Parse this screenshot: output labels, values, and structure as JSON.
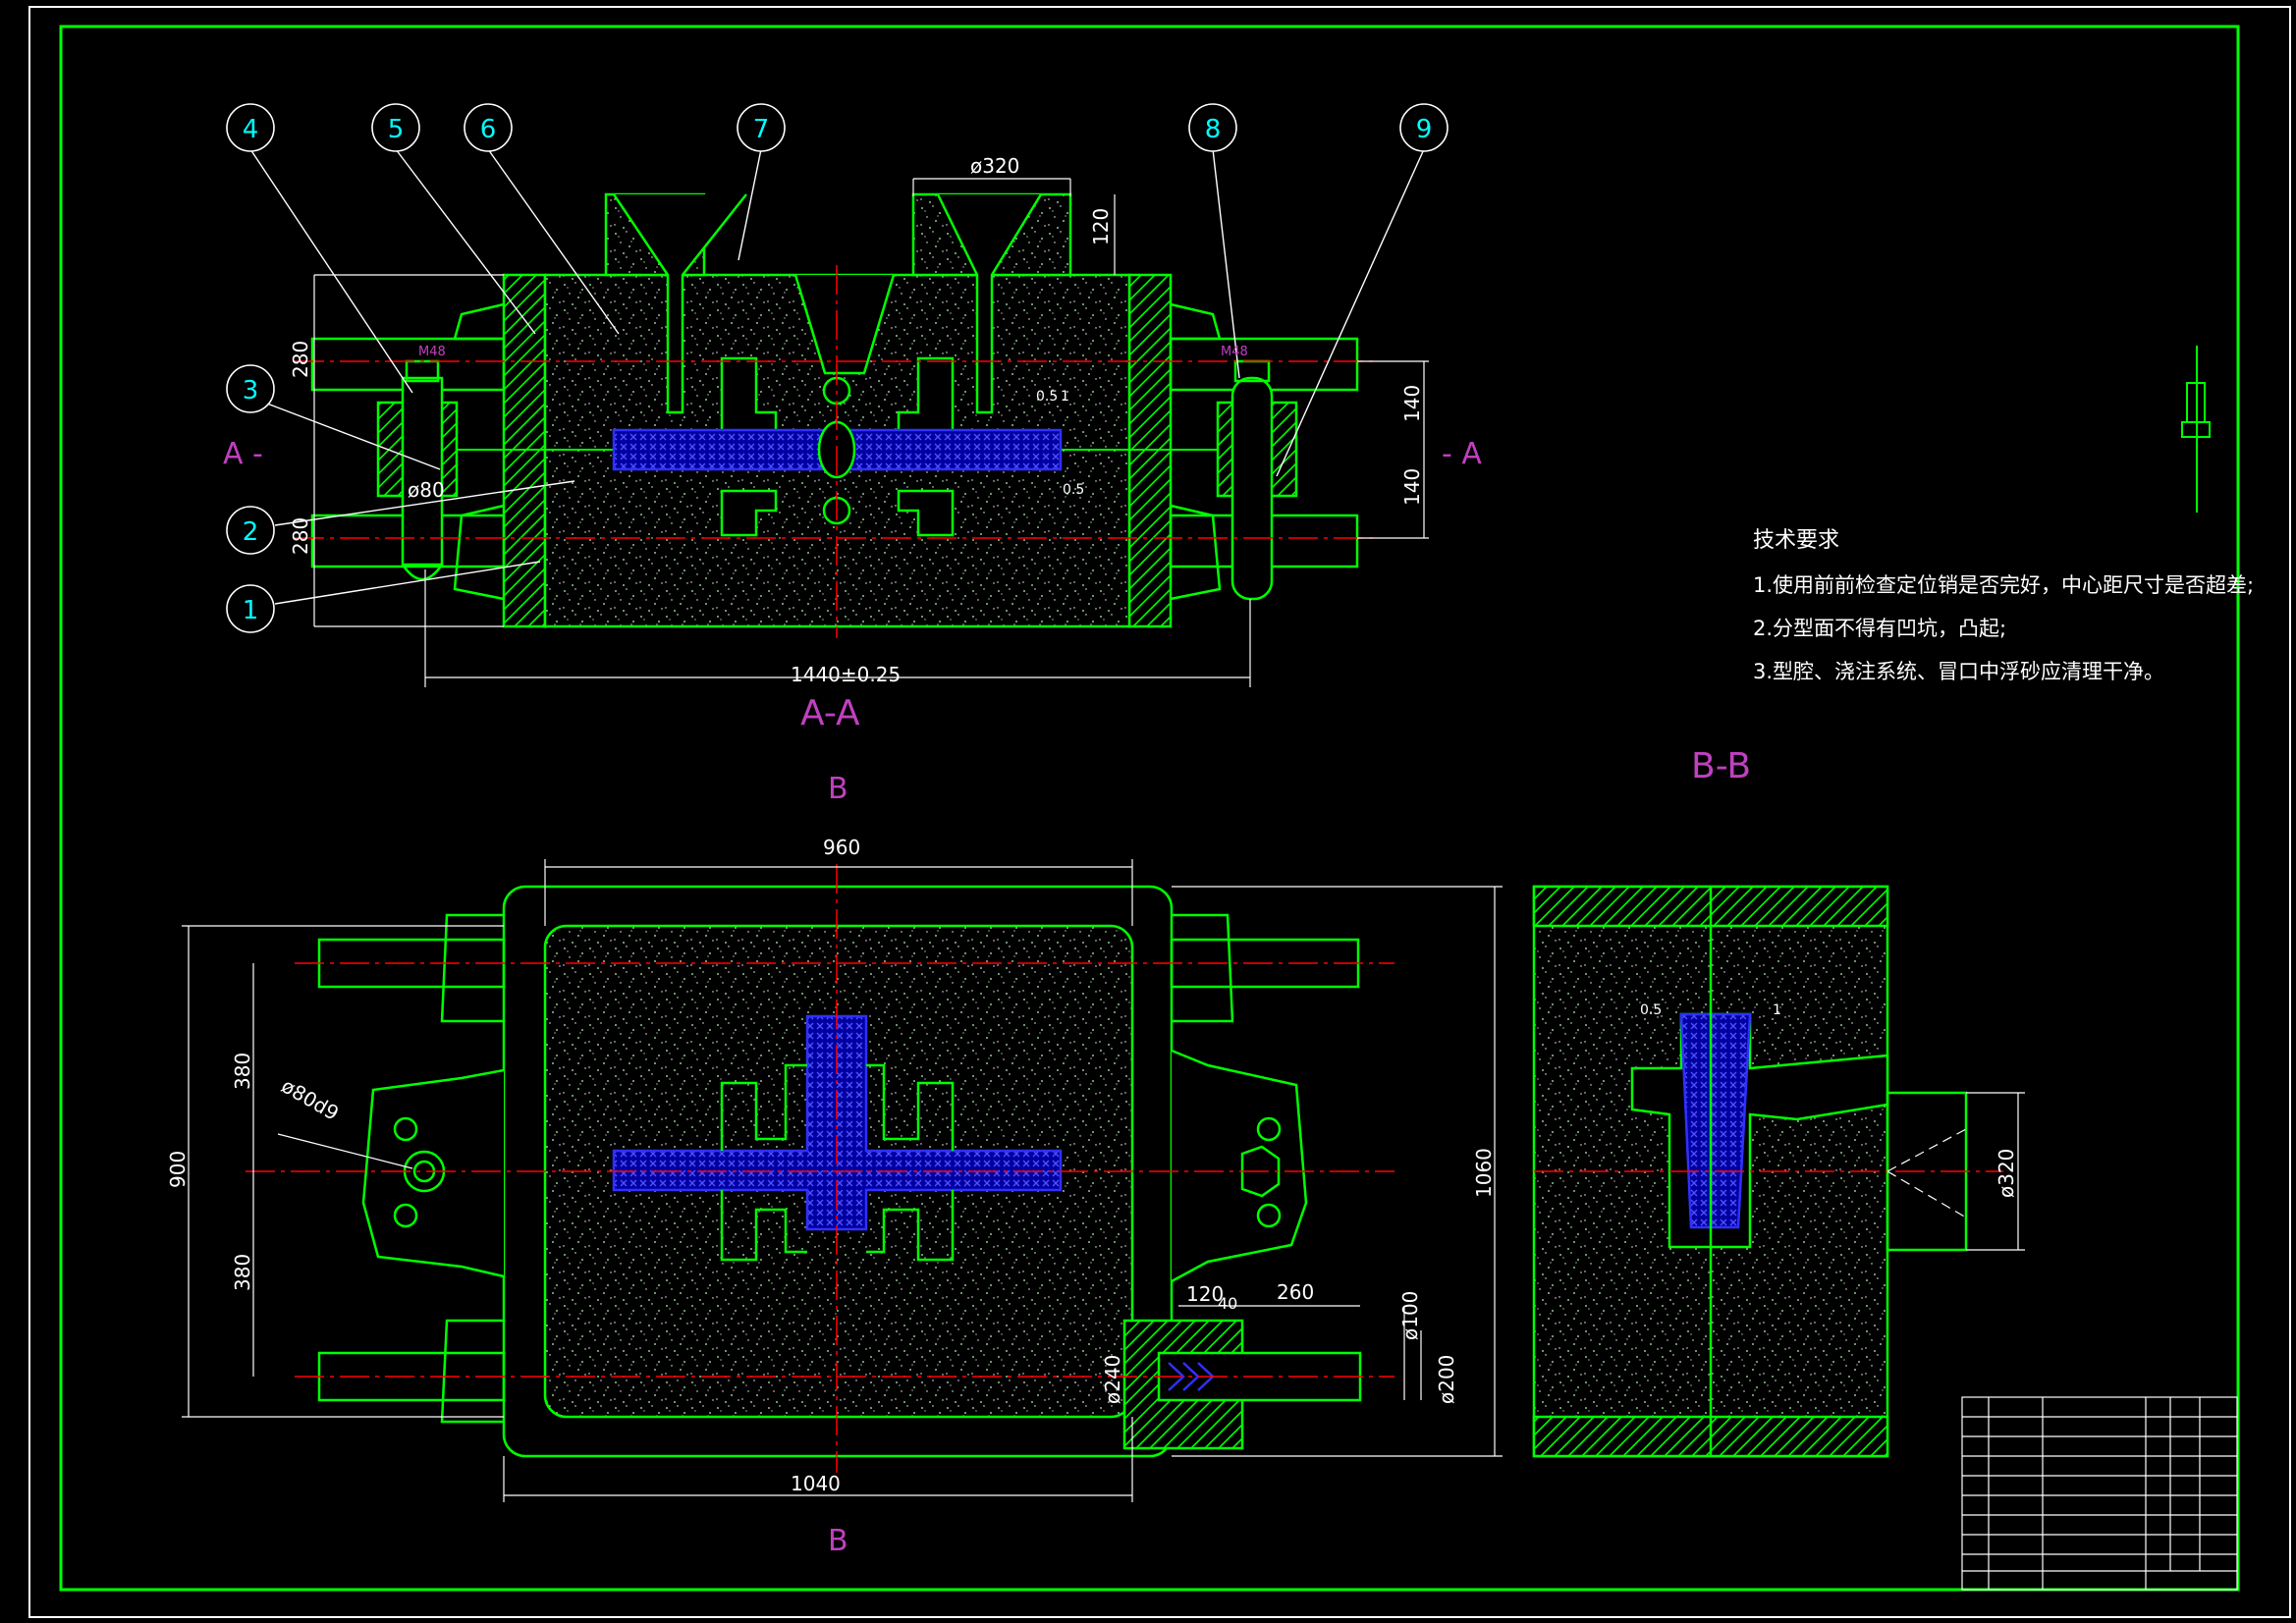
{
  "drawing": {
    "section_labels": {
      "aa": "A-A",
      "bb": "B-B",
      "b_top": "B",
      "b_bottom": "B",
      "a_left": "A -",
      "a_right": "- A"
    },
    "balloons": [
      "1",
      "2",
      "3",
      "4",
      "5",
      "6",
      "7",
      "8",
      "9"
    ],
    "dimensions": {
      "phi320_top": "ø320",
      "d120_top": "120",
      "d280_upper": "280",
      "d280_lower": "280",
      "phi80": "ø80",
      "d1440": "1440±0.25",
      "d140_upper": "140",
      "d140_lower": "140",
      "d0_5a": "0.5",
      "d1a": "1",
      "d0_5b": "0.5",
      "m48_left": "M48",
      "m48_right": "M48",
      "d960": "960",
      "d1060": "1060",
      "d900": "900",
      "d380_upper": "380",
      "d380_lower": "380",
      "phi80d9": "ø80d9",
      "d1040": "1040",
      "d120_pin": "120",
      "d40_pin": "40",
      "d260_pin": "260",
      "phi100": "ø100",
      "phi200": "ø200",
      "phi240": "ø240",
      "phi320_bb": "ø320",
      "d0_5_bb": "0.5",
      "d1_bb": "1"
    },
    "colors": {
      "outline": "#00ff00",
      "sand": "#00ff00",
      "center_line": "#ff0000",
      "cavity": "#3030ff",
      "annotation": "#ffffff",
      "balloon": "#00ffff",
      "section": "#c040c0"
    }
  },
  "notes": {
    "title": "技术要求",
    "items": [
      "1.使用前前检查定位销是否完好，中心距尺寸是否超差;",
      "2.分型面不得有凹坑，凸起;",
      "3.型腔、浇注系统、冒口中浮砂应清理干净。"
    ]
  }
}
